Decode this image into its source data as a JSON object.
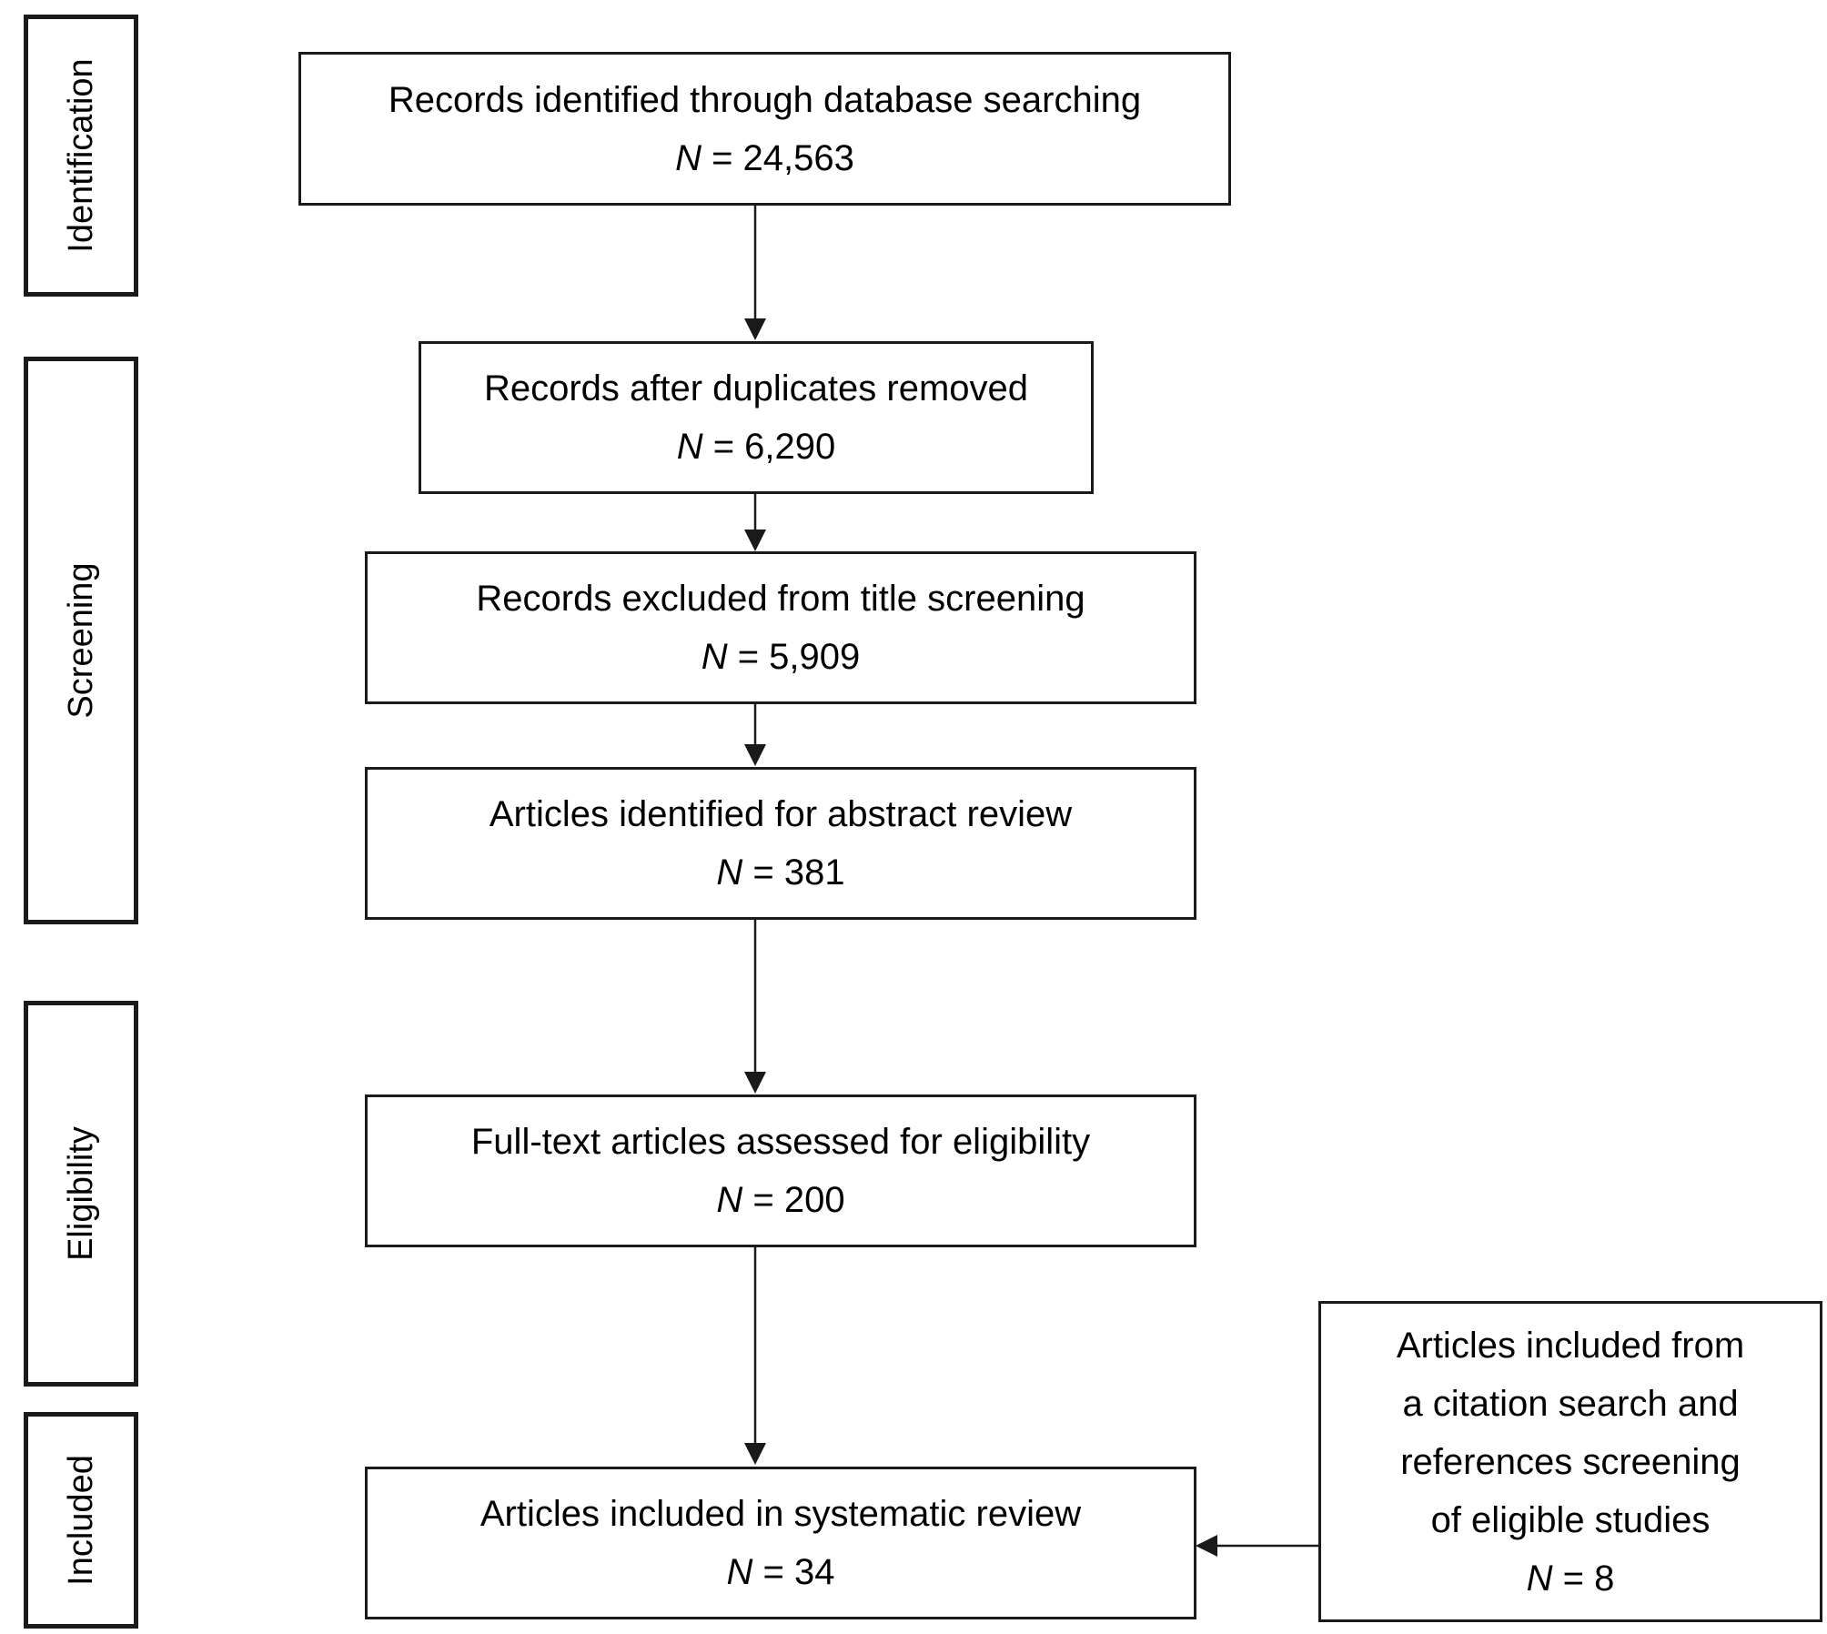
{
  "stages": {
    "identification": "Identification",
    "screening": "Screening",
    "eligibility": "Eligibility",
    "included": "Included"
  },
  "boxes": {
    "identified": {
      "text": "Records identified through database searching",
      "n_letter": "N",
      "n_value": " = 24,563"
    },
    "after_duplicates": {
      "text": "Records after duplicates removed",
      "n_letter": "N",
      "n_value": " = 6,290"
    },
    "excluded_title": {
      "text": "Records excluded from title screening",
      "n_letter": "N",
      "n_value": " = 5,909"
    },
    "abstract_review": {
      "text": "Articles identified for abstract review",
      "n_letter": "N",
      "n_value": " = 381"
    },
    "full_text": {
      "text": "Full-text articles assessed for eligibility",
      "n_letter": "N",
      "n_value": " = 200"
    },
    "included_review": {
      "text": "Articles included in systematic review",
      "n_letter": "N",
      "n_value": " = 34"
    },
    "citation_search": {
      "lines": [
        "Articles included from",
        "a citation search and",
        "references screening",
        "of eligible studies"
      ],
      "n_letter": "N",
      "n_value": " = 8"
    }
  }
}
